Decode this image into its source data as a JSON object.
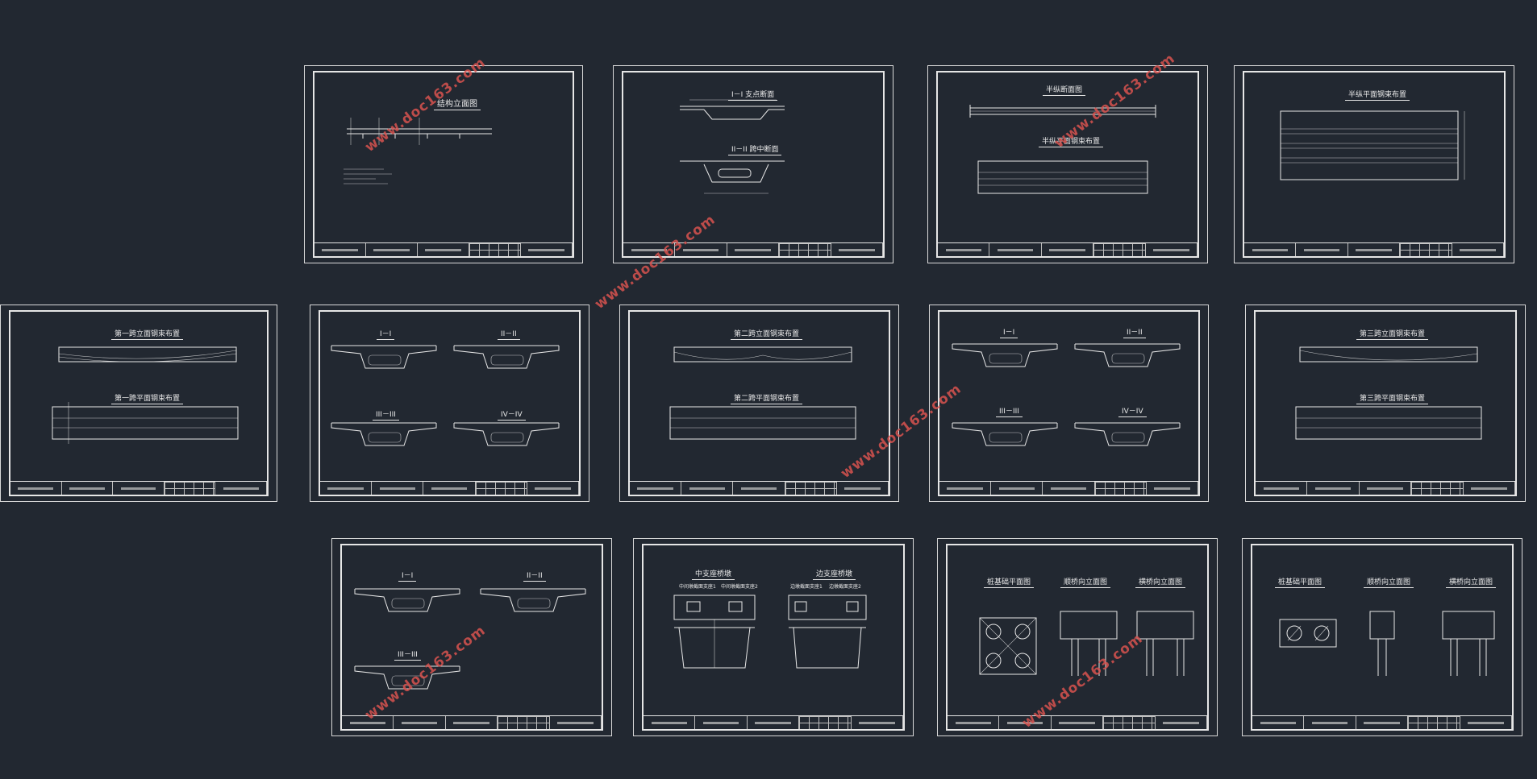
{
  "watermark": "www.doc163.com",
  "sheets": {
    "s1": {
      "title": "结构立面图"
    },
    "s2": {
      "title_a": "I－I 支点断面",
      "title_b": "II－II 跨中断面"
    },
    "s3": {
      "title_a": "半纵断面图",
      "title_b": "半纵平面钢束布置"
    },
    "s4": {
      "title_a": "半纵平面钢束布置"
    },
    "s5": {
      "title_a": "第一跨立面钢束布置",
      "title_b": "第一跨平面钢束布置"
    },
    "s6": {
      "t1": "I－I",
      "t2": "II－II",
      "t3": "III－III",
      "t4": "IV－IV"
    },
    "s7": {
      "title_a": "第二跨立面钢束布置",
      "title_b": "第二跨平面钢束布置"
    },
    "s8": {
      "t1": "I－I",
      "t2": "II－II",
      "t3": "III－III",
      "t4": "IV－IV"
    },
    "s9": {
      "title_a": "第三跨立面钢束布置",
      "title_b": "第三跨平面钢束布置"
    },
    "s10": {
      "t1": "I－I",
      "t2": "II－II",
      "t3": "III－III"
    },
    "s11": {
      "t1": "中支座桥墩",
      "t2": "边支座桥墩",
      "sub1": "中间墩截面支座1",
      "sub2": "中间墩截面支座2",
      "sub3": "边墩截面支座1",
      "sub4": "边墩截面支座2"
    },
    "s12": {
      "t1": "桩基础平面图",
      "t2": "顺桥向立面图",
      "t3": "横桥向立面图"
    },
    "s13": {
      "t1": "桩基础平面图",
      "t2": "顺桥向立面图",
      "t3": "横桥向立面图"
    }
  },
  "colors": {
    "background": "#222831",
    "line": "#e8e8e8",
    "watermark": "#d9534f"
  }
}
